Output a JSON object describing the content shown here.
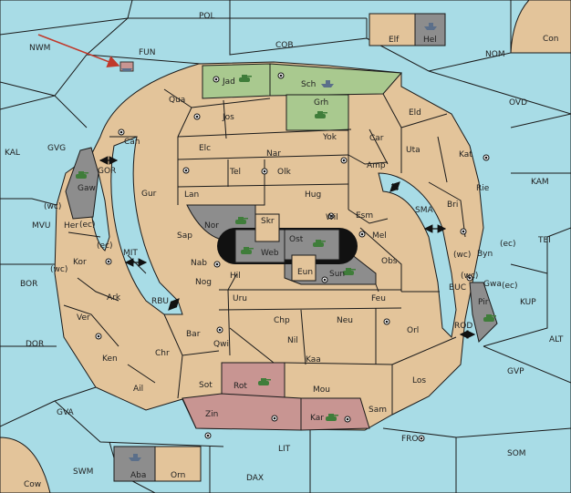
{
  "map": {
    "colors": {
      "sea": "#a8dce6",
      "land": "#e3c49a",
      "green_owner": "#a9c98f",
      "red_owner": "#c89592",
      "gray_owner": "#8d8d8d",
      "arrow": "#c0392b"
    },
    "sea_labels": {
      "POL": "POL",
      "NWM": "NWM",
      "FUN": "FUN",
      "COB": "COB",
      "NOM": "NOM",
      "Con": "Con",
      "OVD": "OVD",
      "KAL": "KAL",
      "GVG": "GVG",
      "KAM": "KAM",
      "MVU": "MVU",
      "TEI": "TEI",
      "BOR": "BOR",
      "KUP": "KUP",
      "DOR": "DOR",
      "ALT": "ALT",
      "GVP": "GVP",
      "GVA": "GVA",
      "FRO": "FRO",
      "SOM": "SOM",
      "LIT": "LIT",
      "SWM": "SWM",
      "DAX": "DAX",
      "Cow": "Cow",
      "GOR": "GOR",
      "MIT": "MIT",
      "RBU": "RBU",
      "SMA": "SMA",
      "BUC": "BUC",
      "ROD": "ROD"
    },
    "land_labels": {
      "Jad": "Jad",
      "Sch": "Sch",
      "Qua": "Qua",
      "Jos": "Jos",
      "Grh": "Grh",
      "Eld": "Eld",
      "Can": "Can",
      "Yok": "Yok",
      "Car": "Car",
      "Uta": "Uta",
      "Elc": "Elc",
      "Nar": "Nar",
      "Kat": "Kat",
      "Gaw": "Gaw",
      "Tel": "Tel",
      "Olk": "Olk",
      "Amp": "Amp",
      "Gur": "Gur",
      "Lan": "Lan",
      "Hug": "Hug",
      "Rie": "Rie",
      "Bri": "Bri",
      "Wil": "Wil",
      "Esm": "Esm",
      "Her": "Her",
      "Nor": "Nor",
      "Skr": "Skr",
      "Ost": "Ost",
      "Mel": "Mel",
      "Sap": "Sap",
      "Web": "Web",
      "Byn": "Byn",
      "Kor": "Kor",
      "Nab": "Nab",
      "Obs": "Obs",
      "Eun": "Eun",
      "Sun": "Sun",
      "Gwa": "Gwa",
      "Hil": "Hil",
      "Nog": "Nog",
      "Ark": "Ark",
      "Uru": "Uru",
      "Feu": "Feu",
      "Pir": "Pir",
      "Ver": "Ver",
      "Chp": "Chp",
      "Neu": "Neu",
      "Bar": "Bar",
      "Qwi": "Qwi",
      "Nil": "Nil",
      "Orl": "Orl",
      "Ken": "Ken",
      "Chr": "Chr",
      "Kaa": "Kaa",
      "Ail": "Ail",
      "Sot": "Sot",
      "Rot": "Rot",
      "Los": "Los",
      "Mou": "Mou",
      "Zin": "Zin",
      "Kar": "Kar",
      "Sam": "Sam",
      "Elf": "Elf",
      "Hel": "Hel",
      "Aba": "Aba",
      "Orn": "Orn"
    },
    "coast_tags": {
      "wc_her": "(wc)",
      "ec_her": "(ec)",
      "ec_kor": "(ec)",
      "wc_kor": "(wc)",
      "wc_byn": "(wc)",
      "ec_byn": "(ec)",
      "wc_gwa": "(wc)",
      "ec_gwa": "(ec)"
    },
    "units": {
      "armies": [
        "Jad",
        "Grh",
        "Gaw",
        "Nor",
        "Web",
        "Ost",
        "Sun",
        "Pir",
        "Rot",
        "Kar"
      ],
      "fleets": [
        "Sch",
        "Hel",
        "Aba",
        "NWM"
      ]
    }
  }
}
